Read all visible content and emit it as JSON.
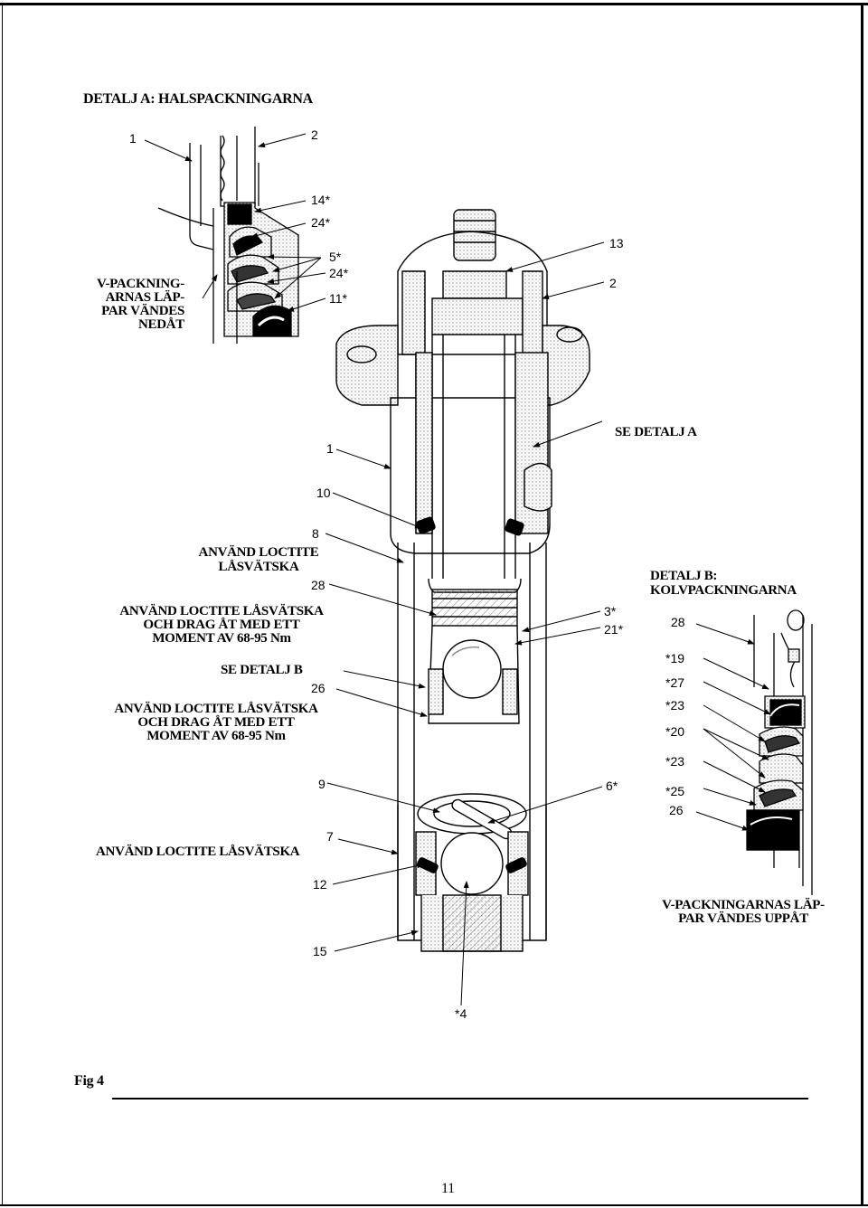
{
  "detail_a": {
    "title": "DETALJ A: HALSPACKNINGARNA",
    "note_lines": [
      "V-PACKNING-",
      "ARNAS LÄP-",
      "PAR VÄNDES",
      "NEDÅT"
    ],
    "callouts": [
      "1",
      "2",
      "14*",
      "24*",
      "5*",
      "24*",
      "11*"
    ]
  },
  "main": {
    "callouts_left": [
      "1",
      "10",
      "8",
      "28",
      "26",
      "9",
      "7",
      "12",
      "15"
    ],
    "callouts_right": [
      "13",
      "2",
      "3*",
      "21*",
      "6*"
    ],
    "callout_bottom": "*4",
    "see_detail_a": "SE DETALJ A",
    "loctite_1": [
      "ANVÄND LOCTITE",
      "LÅSVÄTSKA"
    ],
    "loctite_2": [
      "ANVÄND LOCTITE LÅSVÄTSKA",
      "OCH DRAG ÅT MED ETT",
      "MOMENT AV 68-95 Nm"
    ],
    "see_detail_b": "SE DETALJ B",
    "loctite_3": [
      "ANVÄND LOCTITE LÅSVÄTSKA",
      "OCH DRAG ÅT MED ETT",
      "MOMENT AV 68-95 Nm"
    ],
    "loctite_4": "ANVÄND LOCTITE LÅSVÄTSKA"
  },
  "detail_b": {
    "title_lines": [
      "DETALJ B:",
      "KOLVPACKNINGARNA"
    ],
    "callouts": [
      "28",
      "*19",
      "*27",
      "*23",
      "*20",
      "*23",
      "*25",
      "26"
    ],
    "note_lines": [
      "V-PACKNINGARNAS LÄP-",
      "PAR VÄNDES UPPÅT"
    ]
  },
  "footer": {
    "figure_label": "Fig 4",
    "page_number": "11"
  }
}
